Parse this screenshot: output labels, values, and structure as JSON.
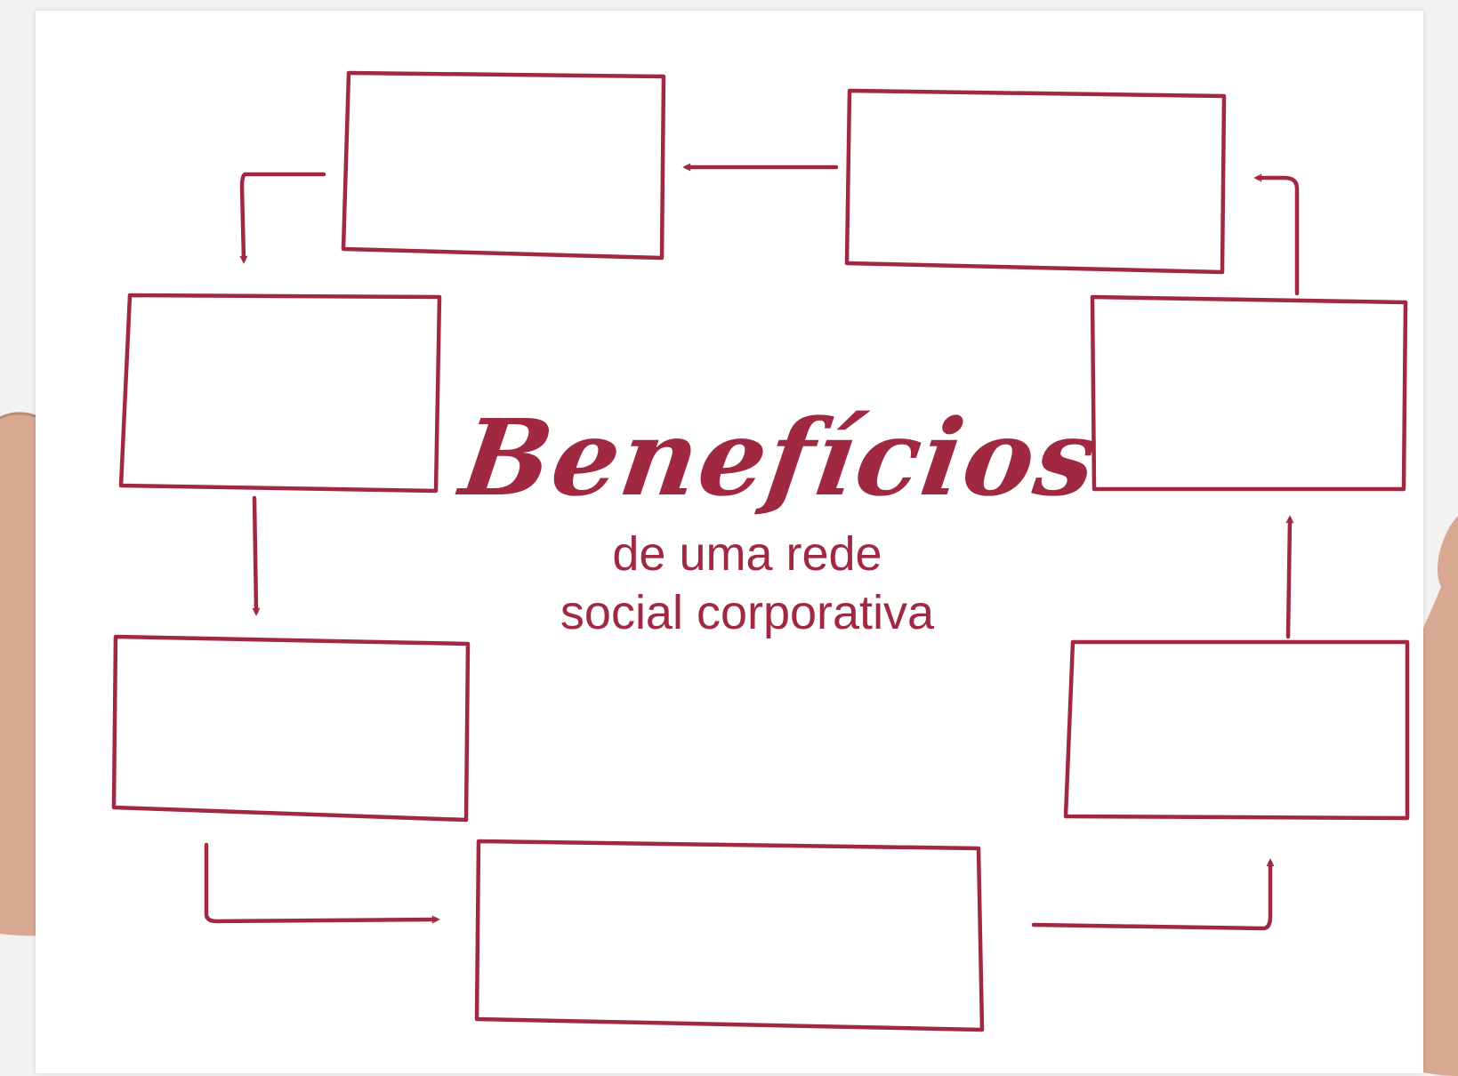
{
  "colors": {
    "ink": "#a02941",
    "paper": "#ffffff",
    "skin": "#d9a892",
    "nail": "#b49894"
  },
  "title": "Benefícios",
  "subtitle": [
    "de uma rede",
    "social corporativa"
  ],
  "boxes": [
    {
      "id": "box-top-center",
      "text": ""
    },
    {
      "id": "box-top-right",
      "text": ""
    },
    {
      "id": "box-left-upper",
      "text": ""
    },
    {
      "id": "box-right-upper",
      "text": ""
    },
    {
      "id": "box-left-lower",
      "text": ""
    },
    {
      "id": "box-right-lower",
      "text": ""
    },
    {
      "id": "box-bottom-center",
      "text": ""
    }
  ],
  "flow_icons": [
    "arrow-icon",
    "arrow-icon",
    "arrow-icon",
    "arrow-icon",
    "arrow-icon",
    "arrow-icon",
    "arrow-icon"
  ]
}
